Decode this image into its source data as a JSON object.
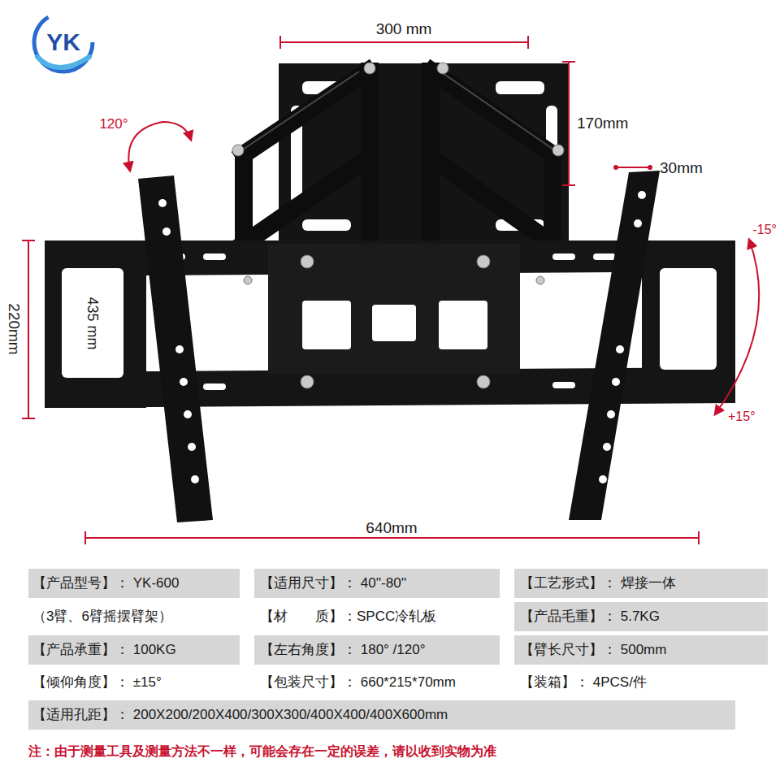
{
  "diagram": {
    "labels": [
      "YK",
      "300 mm",
      "170mm",
      "120°",
      "30mm",
      "-15°",
      "220mm",
      "435 mm",
      "+15°",
      "640mm",
      "【产品型号】： YK-600",
      "（3臂、6臂摇摆臂架）",
      "【适用尺寸】： 40''-80''",
      "【工艺形式】： 焊接一体",
      "【材　　质】：SPCC冷轧板",
      "【产品毛重】： 5.7KG",
      "【产品承重】： 100KG",
      "【左右角度】： 180° /120°",
      "【臂长尺寸】： 500mm",
      "【倾仰角度】： ±15°",
      "【包装尺寸】： 660*215*70mm",
      "【装箱】： 4PCS/件",
      "【适用孔距】： 200X200/200X400/300X300/400X400/400X600mm",
      "注：由于测量工具及测量方法不一样，可能会存在一定的误差，请以收到实物为准"
    ]
  }
}
